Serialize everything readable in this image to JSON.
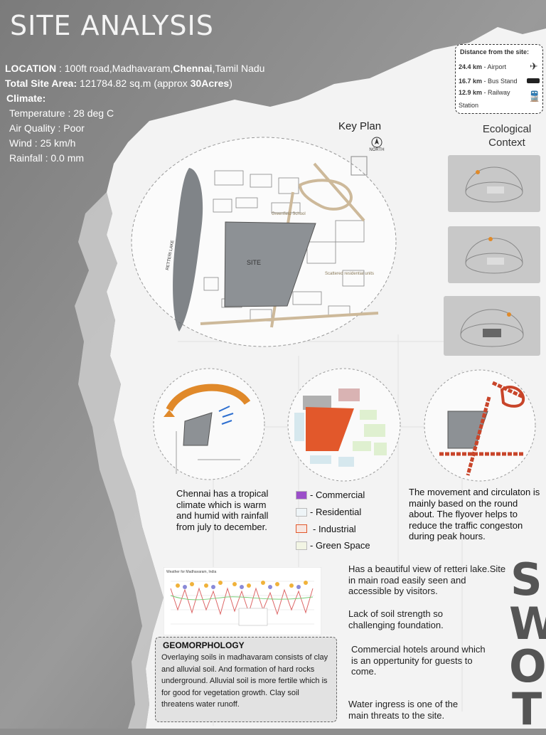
{
  "title": "SITE ANALYSIS",
  "info": {
    "location_label": "LOCATION",
    "location_pre": " : 100ft road,Madhavaram,",
    "location_city": "Chennai",
    "location_post": ",Tamil Nadu",
    "area_label": "Total Site Area:",
    "area_pre": " 121784.82 sq.m (approx ",
    "area_bold": "30Acres",
    "area_post": ")",
    "climate_label": "Climate:",
    "climate_items": [
      "Temperature : 28 deg C",
      "Air Quality : Poor",
      "Wind : 25 km/h",
      "Rainfall : 0.0 mm"
    ]
  },
  "distance": {
    "heading": "Distance from the site:",
    "items": [
      {
        "km": "24.4 km",
        "place": " - Airport",
        "icon": "airplane-icon"
      },
      {
        "km": "16.7 km",
        "place": " - Bus Stand",
        "icon": "bus-icon"
      },
      {
        "km": "12.9 km",
        "place": " - Railway",
        "extra": "Station",
        "icon": "train-icon"
      }
    ]
  },
  "keyplan": {
    "label": "Key Plan",
    "north": "NORTH",
    "site": "SITE",
    "lake": "RETTERI LAKE",
    "school": "Greenfield School",
    "residential": "Scattered residential units"
  },
  "ecological": {
    "line1": "Ecological",
    "line2": "Context"
  },
  "climate_text": "Chennai has a tropical climate which is warm and humid with rainfall from july to december.",
  "legend": [
    {
      "label": "- Commercial",
      "color": "#9b4fc9"
    },
    {
      "label": "- Residential",
      "color": "#eef4f7"
    },
    {
      "label": "- Industrial",
      "color": "#f7e6e0"
    },
    {
      "label": "- Green Space",
      "color": "#f2f5e4"
    }
  ],
  "movement_text": "The movement and circulaton is mainly based on the round about. The  flyover helps to reduce the traffic congeston during peak hours.",
  "weather_chart": {
    "title": "Weather for Madhavaram, India"
  },
  "swot": {
    "letters": [
      "S",
      "W",
      "O",
      "T"
    ],
    "items": [
      "Has a beautiful view of retteri lake.Site in main road easily seen and accessible by visitors.",
      "Lack of soil strength so challenging foundation.",
      "Commercial hotels around which is an oppertunity for guests to come.",
      "Water ingress is one of the main threats to the site."
    ]
  },
  "geomorphology": {
    "heading": "GEOMORPHOLOGY",
    "text": "Overlaying soils in madhavaram consists of clay and alluvial soil. And formation of hard rocks underground. Alluvial soil is more fertile which is for good for vegetation growth. Clay soil threatens water runoff."
  }
}
